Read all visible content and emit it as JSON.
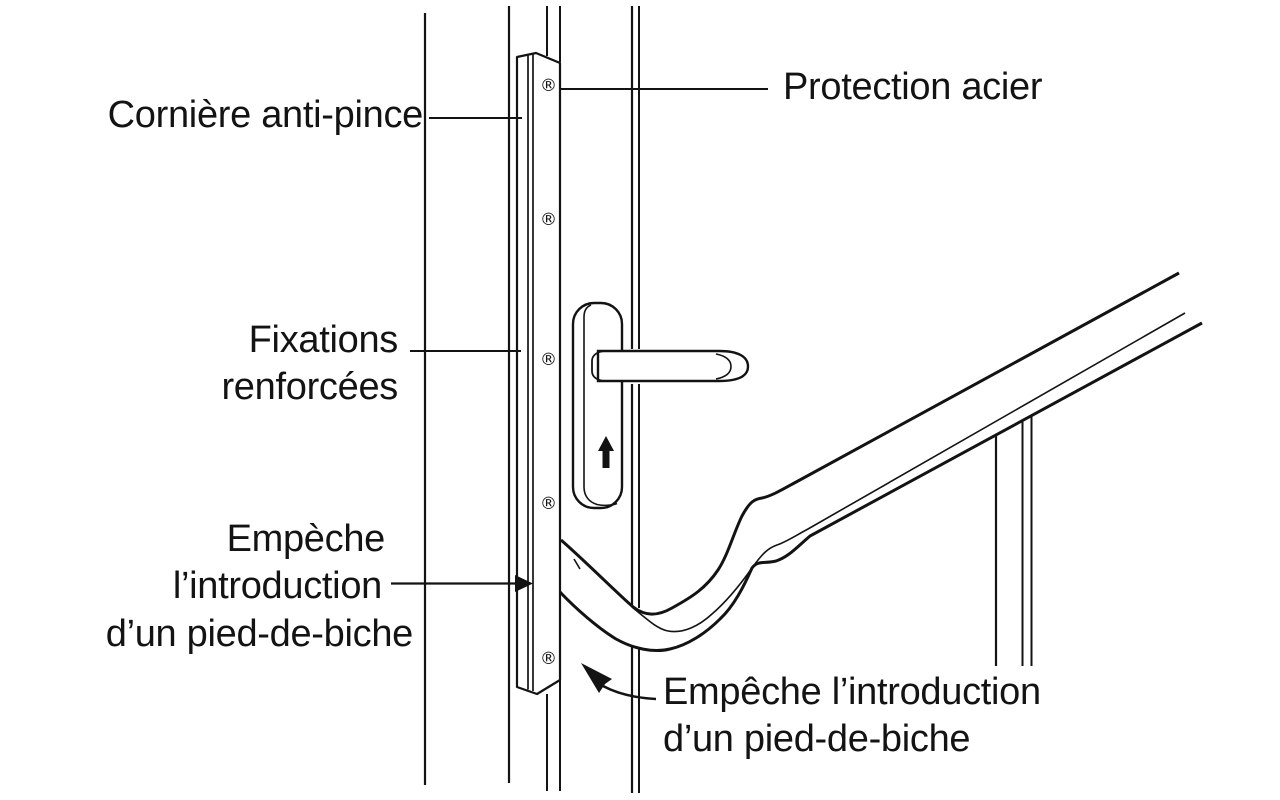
{
  "page": {
    "background": "#ffffff",
    "ink": "#131313",
    "description": "Technical line diagram of an anti-pry steel angle (cornière anti-pince) mounted on a door frame, blocking a crowbar"
  },
  "labels": {
    "corniere": "Cornière anti-pince",
    "protection": "Protection acier",
    "fixations": {
      "line1": "Fixations",
      "line2": "renforcées"
    },
    "empeche_left": {
      "line1": "Empèche",
      "line2": "l’introduction",
      "line3": "d’un pied-de-biche"
    },
    "empeche_right": {
      "line1": "Empêche l’introduction",
      "line2": "d’un pied-de-biche"
    }
  },
  "screws": {
    "count": 5,
    "symbol": "®"
  }
}
